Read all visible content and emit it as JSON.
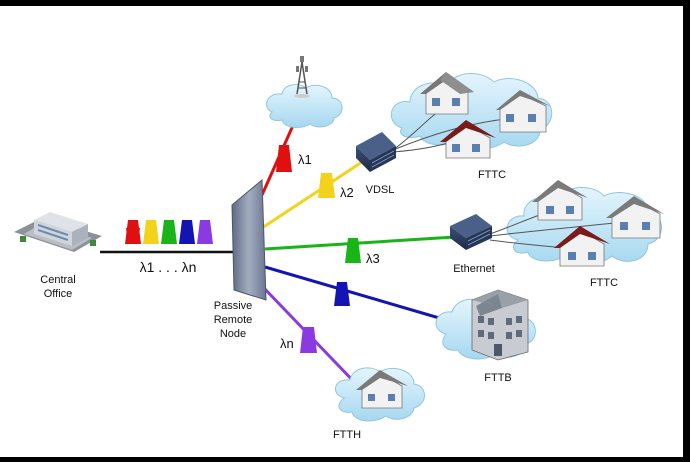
{
  "labels": {
    "central_office_line1": "Central",
    "central_office_line2": "Office",
    "lambda_range": "λ1 . . . λn",
    "passive_line1": "Passive",
    "passive_line2": "Remote",
    "passive_line3": "Node",
    "lambda_1": "λ1",
    "lambda_2": "λ2",
    "lambda_3": "λ3",
    "lambda_n": "λn",
    "vdsl": "VDSL",
    "ethernet": "Ethernet",
    "fttc_top": "FTTC",
    "fttc_mid": "FTTC",
    "fttb": "FTTB",
    "ftth": "FTTH"
  },
  "colors": {
    "red": "#e01010",
    "yellow": "#f2d21a",
    "green": "#18b418",
    "blue": "#1414b4",
    "violet": "#8a3ae0",
    "cloud": "#bfe4f6",
    "node": "#8a94a8"
  }
}
